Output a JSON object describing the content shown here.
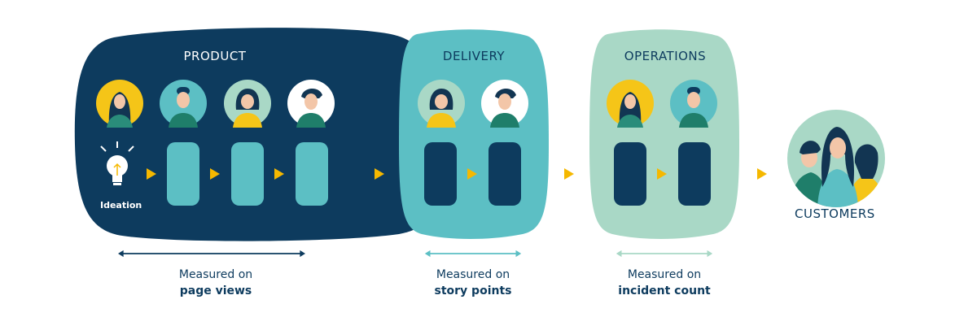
{
  "groups": {
    "product": {
      "title": "PRODUCT",
      "measured_prefix": "Measured on",
      "measured_metric": "page views",
      "color": "#0d3b5e"
    },
    "delivery": {
      "title": "DELIVERY",
      "measured_prefix": "Measured on",
      "measured_metric": "story points",
      "color": "#5cbfc4"
    },
    "operations": {
      "title": "OPERATIONS",
      "measured_prefix": "Measured on",
      "measured_metric": "incident count",
      "color": "#a9d8c6"
    }
  },
  "ideation_label": "Ideation",
  "customers_label": "CUSTOMERS",
  "colors": {
    "navy": "#0d3b5e",
    "teal": "#5cbfc4",
    "mint": "#a9d8c6",
    "yellow": "#f5b800",
    "arrow_range_product": "#0d3b5e",
    "arrow_range_delivery": "#5cbfc4",
    "arrow_range_operations": "#a9d8c6"
  }
}
